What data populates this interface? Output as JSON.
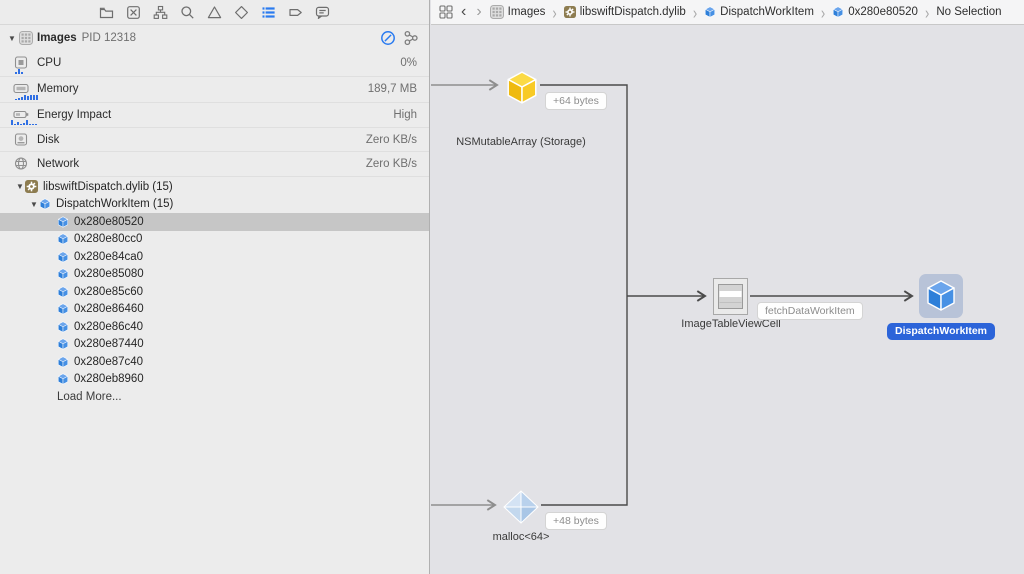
{
  "colors": {
    "accent_blue": "#2a7bf0",
    "node_blue": "#3e8ee4",
    "node_gold": "#f6c915",
    "malloc_blue": "#bcd3ec",
    "selected_node_pill": "#2c64d9",
    "selected_node_halo": "#b8c3d8",
    "sidebar_selection": "#c6c6c6",
    "sparkline_blue": "#2f6fe4"
  },
  "navigator": {
    "active_icon": "debug-navigator"
  },
  "process": {
    "name": "Images",
    "pid": "PID 12318"
  },
  "gauges": [
    {
      "label": "CPU",
      "value": "0%"
    },
    {
      "label": "Memory",
      "value": "189,7 MB"
    },
    {
      "label": "Energy Impact",
      "value": "High"
    },
    {
      "label": "Disk",
      "value": "Zero KB/s"
    },
    {
      "label": "Network",
      "value": "Zero KB/s"
    }
  ],
  "tree": {
    "library": "libswiftDispatch.dylib (15)",
    "class_group": "DispatchWorkItem (15)",
    "instances": [
      "0x280e80520",
      "0x280e80cc0",
      "0x280e84ca0",
      "0x280e85080",
      "0x280e85c60",
      "0x280e86460",
      "0x280e86c40",
      "0x280e87440",
      "0x280e87c40",
      "0x280eb8960"
    ],
    "selected_instance": "0x280e80520",
    "load_more": "Load More..."
  },
  "jump_bar": {
    "crumbs": [
      "Images",
      "libswiftDispatch.dylib",
      "DispatchWorkItem",
      "0x280e80520",
      "No Selection"
    ]
  },
  "graph": {
    "nodes": [
      {
        "label": "NSMutableArray (Storage)",
        "badge": "+64 bytes"
      },
      {
        "label": "ImageTableViewCell"
      },
      {
        "label": "DispatchWorkItem",
        "selected": true
      },
      {
        "label": "malloc<64>",
        "badge": "+48 bytes"
      }
    ],
    "edge_label": "fetchDataWorkItem"
  }
}
